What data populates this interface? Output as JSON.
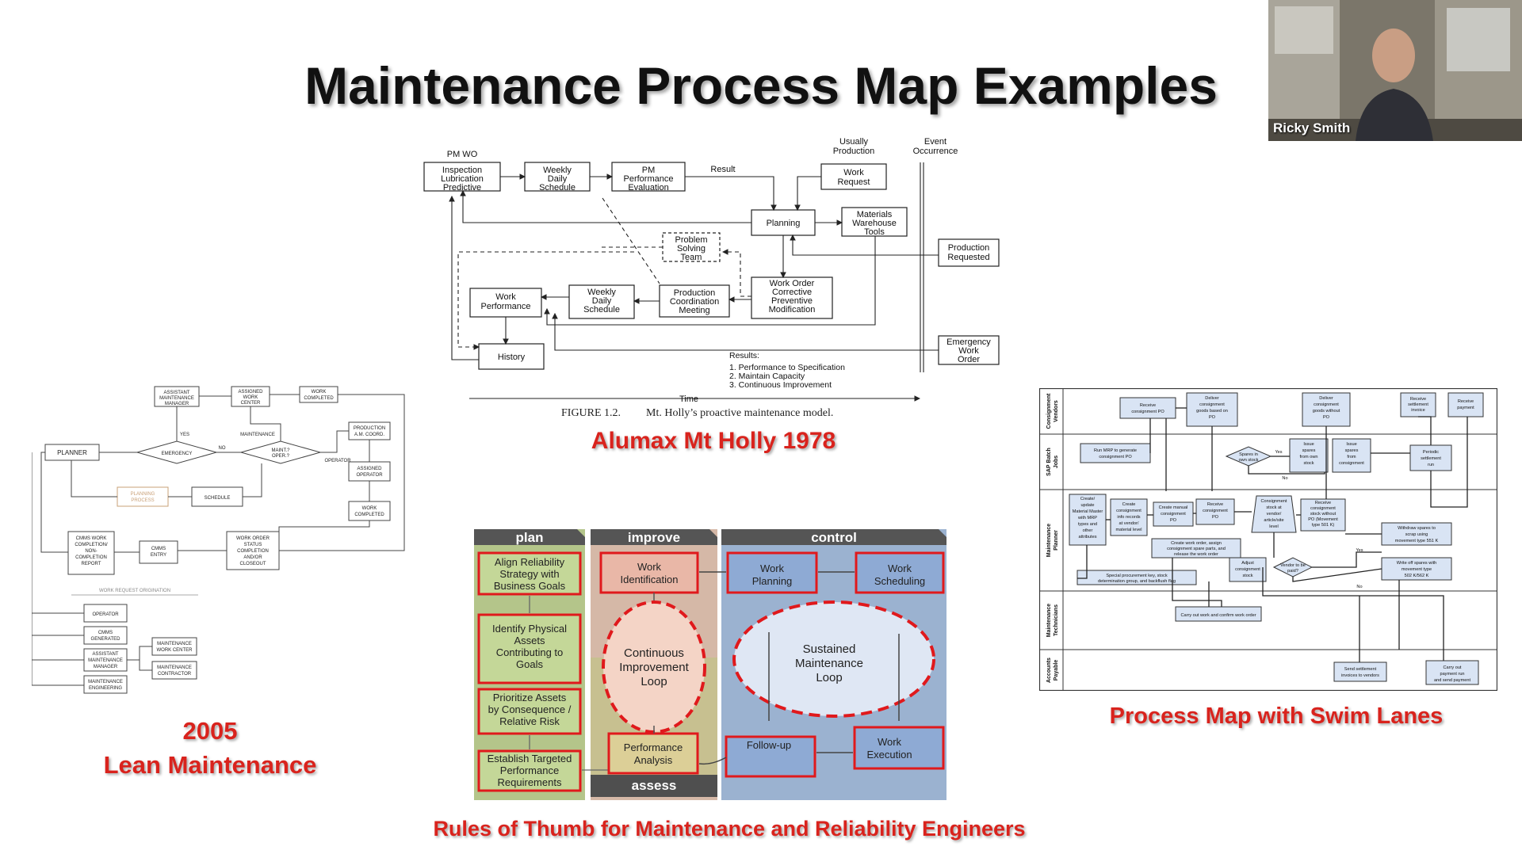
{
  "slide": {
    "title": "Maintenance Process Map Examples"
  },
  "captions": {
    "alumax": "Alumax Mt Holly 1978",
    "lean_year": "2005",
    "lean_title": "Lean Maintenance",
    "swim": "Process Map with Swim Lanes",
    "rules": "Rules of Thumb for Maintenance and Reliability Engineers"
  },
  "webcam": {
    "name": "Ricky Smith"
  },
  "mtholly": {
    "pm_wo": "PM WO",
    "inspection": [
      "Inspection",
      "Lubrication",
      "Predictive"
    ],
    "weekly_top": [
      "Weekly",
      "Daily",
      "Schedule"
    ],
    "pm_eval": [
      "PM",
      "Performance",
      "Evaluation"
    ],
    "result": "Result",
    "usually": [
      "Usually",
      "Production"
    ],
    "work_request": [
      "Work",
      "Request"
    ],
    "event": [
      "Event",
      "Occurrence"
    ],
    "planning": "Planning",
    "materials": [
      "Materials",
      "Warehouse",
      "Tools"
    ],
    "problem": [
      "Problem",
      "Solving",
      "Team"
    ],
    "production_requested": [
      "Production",
      "Requested"
    ],
    "work_performance": [
      "Work",
      "Performance"
    ],
    "weekly_mid": [
      "Weekly",
      "Daily",
      "Schedule"
    ],
    "coordination": [
      "Production",
      "Coordination",
      "Meeting"
    ],
    "work_order": [
      "Work Order",
      "Corrective",
      "Preventive",
      "Modification"
    ],
    "emergency": [
      "Emergency",
      "Work",
      "Order"
    ],
    "history": "History",
    "results": [
      "Results:",
      "1. Performance to Specification",
      "2. Maintain Capacity",
      "3. Continuous Improvement"
    ],
    "time": "Time",
    "figure_label": "FIGURE 1.2.",
    "figure_text": "Mt. Holly’s proactive maintenance model."
  },
  "lean": {
    "asst_mgr": [
      "ASSISTANT",
      "MAINTENANCE",
      "MANAGER"
    ],
    "assigned_center": [
      "ASSIGNED",
      "WORK",
      "CENTER"
    ],
    "work_completed_top": [
      "WORK",
      "COMPLETED"
    ],
    "yes": "YES",
    "maintenance": "MAINTENANCE",
    "production_coord": [
      "PRODUCTION",
      "A.M. COORD."
    ],
    "planner": "PLANNER",
    "emergency": "EMERGENCY",
    "no": "NO",
    "maint_oper": [
      "MAINT.?",
      "OPER.?"
    ],
    "operator_lbl": "OPERATOR",
    "assigned_operator": [
      "ASSIGNED",
      "OPERATOR"
    ],
    "planning_process": [
      "PLANNING",
      "PROCESS"
    ],
    "schedule": "SCHEDULE",
    "work_completed_bottom": [
      "WORK",
      "COMPLETED"
    ],
    "cmms_report": [
      "CMMS WORK",
      "COMPLETION/",
      "NON-",
      "COMPLETION",
      "REPORT"
    ],
    "cmms_entry": [
      "CMMS",
      "ENTRY"
    ],
    "closeout": [
      "WORK ORDER",
      "STATUS",
      "COMPLETION",
      "AND/OR",
      "CLOSEOUT"
    ],
    "origination": "WORK REQUEST ORIGINATION",
    "operator": "OPERATOR",
    "cmms_generated": [
      "CMMS",
      "GENERATED"
    ],
    "asst_mgr2": [
      "ASSISTANT",
      "MAINTENANCE",
      "MANAGER"
    ],
    "maint_work_center": [
      "MAINTENANCE",
      "WORK CENTER"
    ],
    "maint_contractor": [
      "MAINTENANCE",
      "CONTRACTOR"
    ],
    "maint_engineering": [
      "MAINTENANCE",
      "ENGINEERING"
    ]
  },
  "rules": {
    "plan_header": "plan",
    "improve_header": "improve",
    "control_header": "control",
    "assess_footer": "assess",
    "align": [
      "Align Reliability",
      "Strategy with",
      "Business Goals"
    ],
    "identify": [
      "Identify Physical",
      "Assets",
      "Contributing to",
      "Goals"
    ],
    "prioritize": [
      "Prioritize Assets",
      "by Consequence /",
      "Relative Risk"
    ],
    "establish": [
      "Establish Targeted",
      "Performance",
      "Requirements"
    ],
    "work_identification": [
      "Work",
      "Identification"
    ],
    "continuous_loop": [
      "Continuous",
      "Improvement",
      "Loop"
    ],
    "performance_analysis": [
      "Performance",
      "Analysis"
    ],
    "work_planning": [
      "Work",
      "Planning"
    ],
    "work_scheduling": [
      "Work",
      "Scheduling"
    ],
    "sustained_loop": [
      "Sustained",
      "Maintenance",
      "Loop"
    ],
    "follow_up": "Follow-up",
    "work_execution": [
      "Work",
      "Execution"
    ]
  },
  "swim": {
    "lanes": [
      [
        "Consignment",
        "Vendors"
      ],
      [
        "SAP Batch",
        "Jobs"
      ],
      [
        "Maintenance",
        "Planner"
      ],
      [
        "Maintenance",
        "Technicians"
      ],
      [
        "Accounts",
        "Payable"
      ]
    ],
    "receive_po": [
      "Receive",
      "consignment PO"
    ],
    "deliver_po": [
      "Deliver",
      "consignment",
      "goods based on",
      "PO"
    ],
    "deliver_nopo": [
      "Deliver",
      "consignment",
      "goods without",
      "PO"
    ],
    "receive_invoice": [
      "Receive",
      "settlement",
      "invoice"
    ],
    "receive_payment": [
      "Receive",
      "payment"
    ],
    "run_mrp": [
      "Run MRP to generate",
      "consignment PO"
    ],
    "spares_q": [
      "Spares in",
      "own stock"
    ],
    "yes1": "Yes",
    "issue_own": [
      "Issue",
      "spares",
      "from own",
      "stock"
    ],
    "issue_consignment": [
      "Issue",
      "spares",
      "from",
      "consignment"
    ],
    "periodic": [
      "Periodic",
      "settlement",
      "run"
    ],
    "no1": "No",
    "create_master": [
      "Create/",
      "update",
      "Material Master",
      "with MRP",
      "types and",
      "other",
      "attributes"
    ],
    "create_info": [
      "Create",
      "consignment",
      "info records",
      "at vendor/",
      "material level"
    ],
    "create_manual": [
      "Create manual",
      "consignment",
      "PO"
    ],
    "receive_cpo": [
      "Receive",
      "consignment",
      "PO"
    ],
    "consign_stock": [
      "Consignment",
      "stock at",
      "vendor/",
      "article/site",
      "level"
    ],
    "receive_stock": [
      "Receive",
      "consignment",
      "stock without",
      "PO (Movement",
      "type 501 K)"
    ],
    "withdraw": [
      "Withdraw spares to",
      "scrap using",
      "movement type 551 K"
    ],
    "create_wo": [
      "Create work order, assign",
      "consignment spare parts, and",
      "release the work order"
    ],
    "adjust": [
      "Adjust",
      "consignment",
      "stock"
    ],
    "vendor_q": [
      "Vendor to be",
      "paid?"
    ],
    "yes2": "Yes",
    "no2": "No",
    "write_off": [
      "Write off spares with",
      "movement type",
      "502 K/562 K"
    ],
    "special": [
      "Special procurement key, stock",
      "determination group, and backflush flag"
    ],
    "carry_out": "Carry out work and confirm work order",
    "send_invoices": [
      "Send settlement",
      "invoices to vendors"
    ],
    "carry_payment": [
      "Carry out",
      "payment run",
      "and send payment"
    ]
  }
}
